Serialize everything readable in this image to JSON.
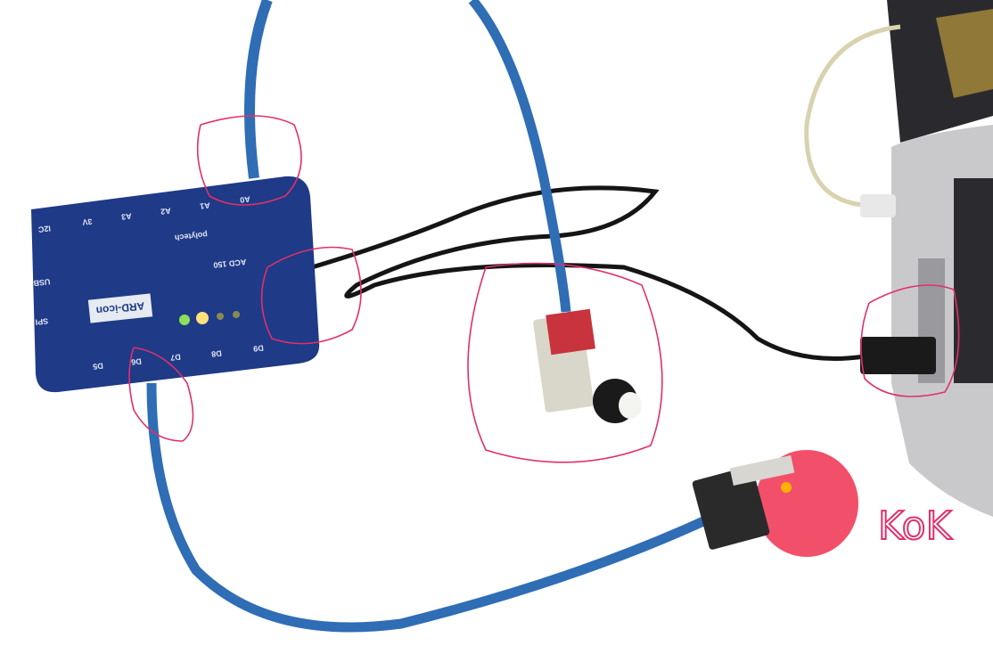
{
  "hub": {
    "brand": "polytech",
    "model": "ACD 150",
    "name_badge": "ARD-icon",
    "top_ports": [
      "I2C",
      "3V",
      "A3",
      "A2",
      "A1",
      "A0"
    ],
    "bottom_ports": [
      "D5",
      "D6",
      "D7",
      "D8",
      "D9"
    ],
    "side_ports": [
      "USB",
      "SPI"
    ]
  },
  "annotation": {
    "handwritten": "KoK"
  },
  "colors": {
    "hub": "#1f3a86",
    "cable": "#2f6db5",
    "circle": "#e0306a",
    "led_sensor": "#f2506a"
  }
}
